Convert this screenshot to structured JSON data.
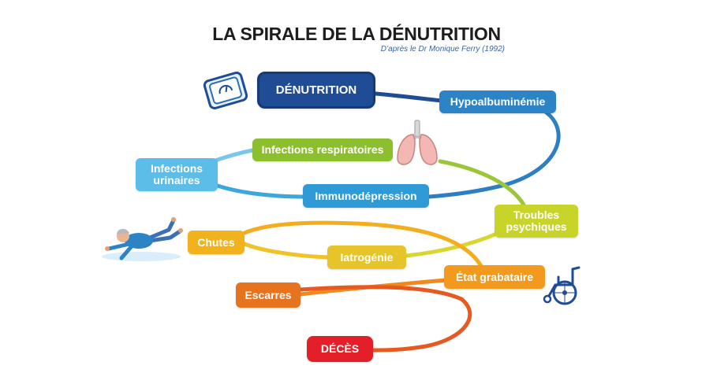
{
  "header": {
    "title": "LA SPIRALE DE LA DÉNUTRITION",
    "subtitle": "D’après le Dr Monique Ferry (1992)"
  },
  "nodes": {
    "denutrition": "DÉNUTRITION",
    "hypoalbuminemie": "Hypoalbuminémie",
    "infections_respiratoires": "Infections respiratoires",
    "infections_urinaires": "Infections urinaires",
    "immunodepression": "Immunodépression",
    "troubles_psychiques": "Troubles psychiques",
    "chutes": "Chutes",
    "iatrogenie": "Iatrogénie",
    "etat_grabataire": "État grabataire",
    "escarres": "Escarres",
    "deces": "DÉCÈS"
  },
  "icons": {
    "scale": "bathroom-scale-icon",
    "lungs": "lungs-icon",
    "falling_person": "falling-person-icon",
    "wheelchair": "wheelchair-icon"
  },
  "colors": {
    "denutrition": "#1f4c94",
    "hypoalbuminemie": "#2c83c5",
    "infections_respiratoires": "#8cbf2e",
    "infections_urinaires": "#5cbde8",
    "immunodepression": "#2e9bd6",
    "troubles_psychiques": "#c8d42a",
    "chutes": "#f2b21e",
    "iatrogenie": "#e5c52a",
    "etat_grabataire": "#f29a1e",
    "escarres": "#e8731e",
    "deces": "#e3202a"
  }
}
